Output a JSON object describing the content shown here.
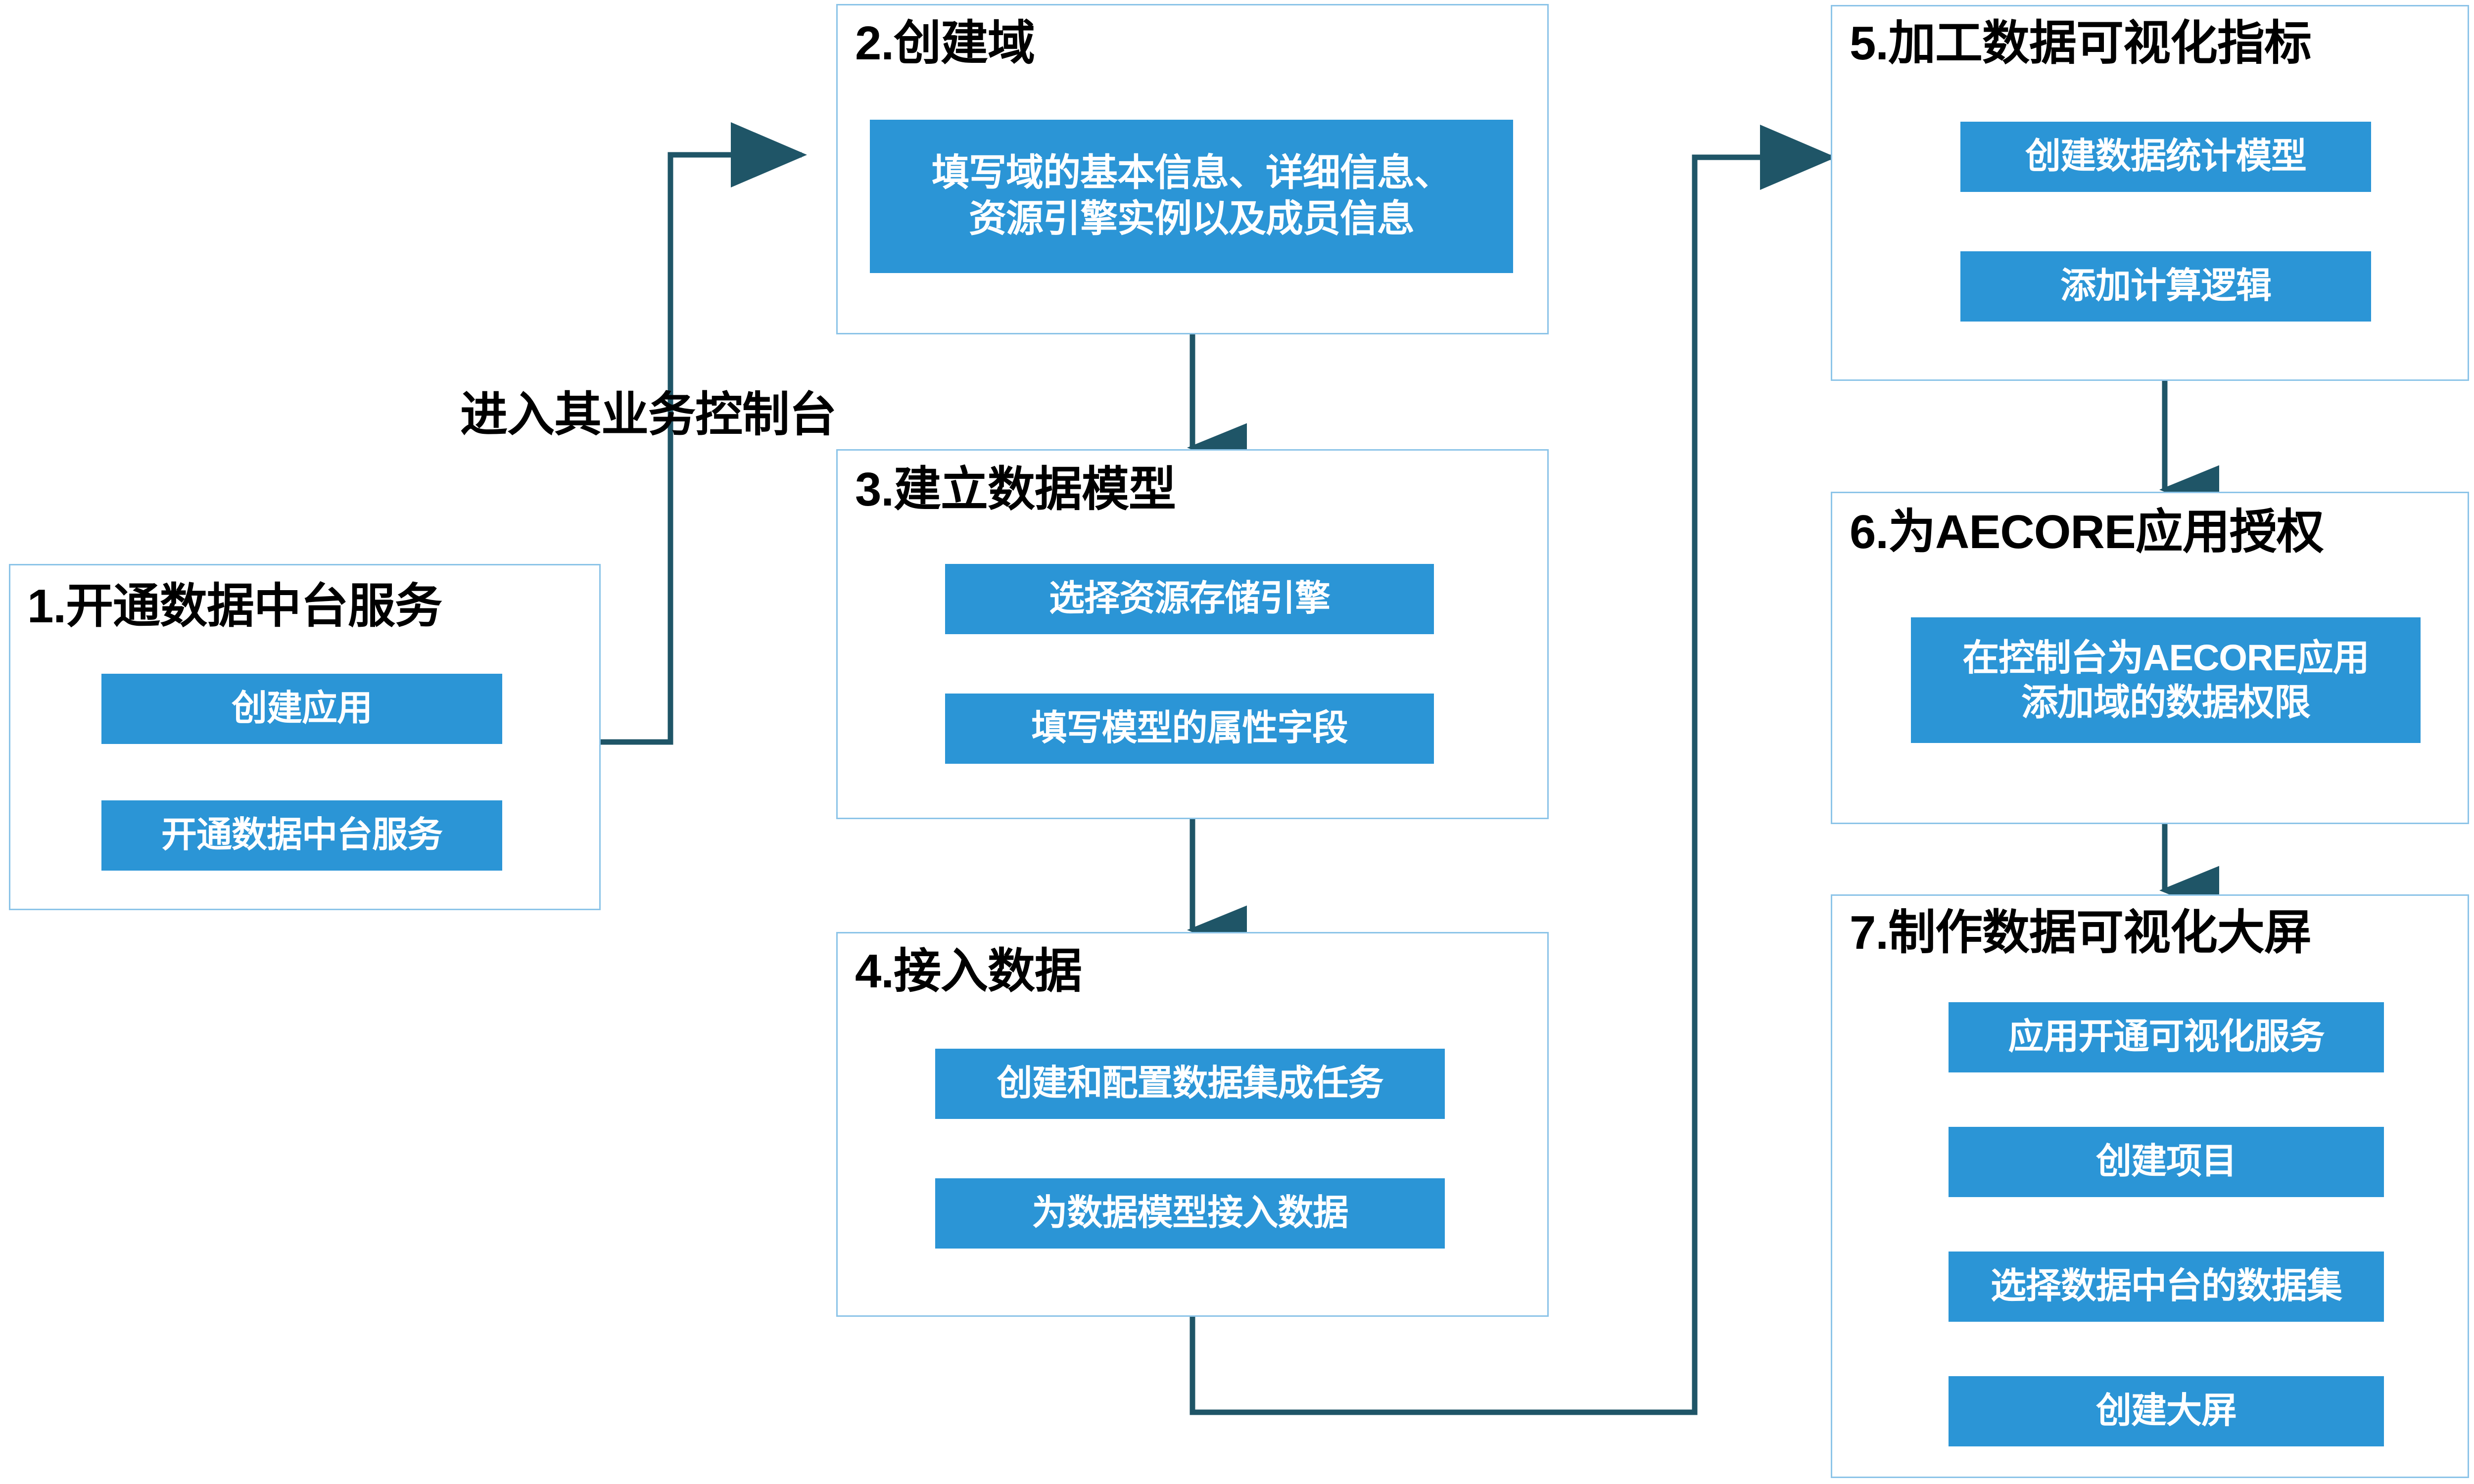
{
  "diagram": {
    "title_text": "",
    "edge_label": "进入其业务控制台",
    "colors": {
      "box_fill": "#2B95D6",
      "panel_border": "#8CC4E8",
      "connector": "#1F5567",
      "inner_arrow": "#000000",
      "box_text": "#FFFFFF",
      "title_text": "#000000",
      "background": "#FFFFFF"
    },
    "panels": [
      {
        "id": "step-1",
        "title": "1.开通数据中台服务",
        "steps": [
          {
            "label": "创建应用"
          },
          {
            "label": "开通数据中台服务"
          }
        ]
      },
      {
        "id": "step-2",
        "title": "2.创建域",
        "steps": [
          {
            "label": "填写域的基本信息、详细信息、\n资源引擎实例以及成员信息"
          }
        ]
      },
      {
        "id": "step-3",
        "title": "3.建立数据模型",
        "steps": [
          {
            "label": "选择资源存储引擎"
          },
          {
            "label": "填写模型的属性字段"
          }
        ]
      },
      {
        "id": "step-4",
        "title": "4.接入数据",
        "steps": [
          {
            "label": "创建和配置数据集成任务"
          },
          {
            "label": "为数据模型接入数据"
          }
        ]
      },
      {
        "id": "step-5",
        "title": "5.加工数据可视化指标",
        "steps": [
          {
            "label": "创建数据统计模型"
          },
          {
            "label": "添加计算逻辑"
          }
        ]
      },
      {
        "id": "step-6",
        "title": "6.为AECORE应用授权",
        "steps": [
          {
            "label": "在控制台为AECORE应用\n添加域的数据权限"
          }
        ]
      },
      {
        "id": "step-7",
        "title": "7.制作数据可视化大屏",
        "steps": [
          {
            "label": "应用开通可视化服务"
          },
          {
            "label": "创建项目"
          },
          {
            "label": "选择数据中台的数据集"
          },
          {
            "label": "创建大屏"
          }
        ]
      }
    ]
  }
}
